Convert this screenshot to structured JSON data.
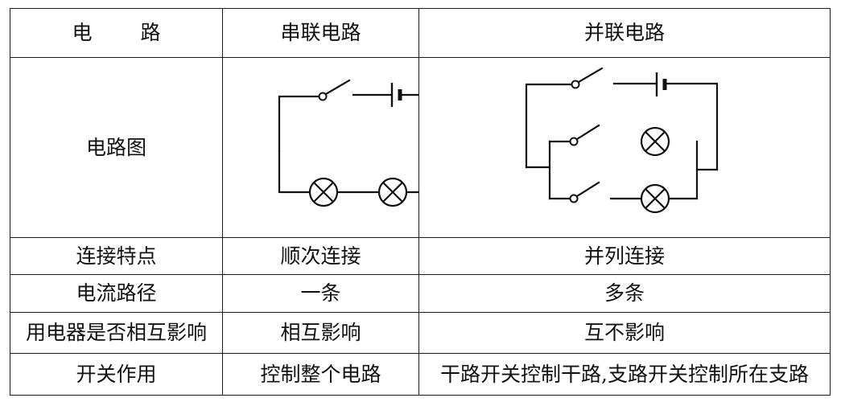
{
  "table": {
    "header": {
      "col1_part1": "电",
      "col1_part2": "路",
      "col2": "串联电路",
      "col3": "并联电路"
    },
    "diagram_row_label": "电路图",
    "rows": [
      {
        "label": "连接特点",
        "series": "顺次连接",
        "parallel": "并列连接"
      },
      {
        "label": "电流路径",
        "series": "一条",
        "parallel": "多条"
      },
      {
        "label": "用电器是否相互影响",
        "series": "相互影响",
        "parallel": "互不影响"
      },
      {
        "label": "开关作用",
        "series": "控制整个电路",
        "parallel": "干路开关控制干路,支路开关控制所在支路"
      }
    ]
  },
  "diagrams": {
    "series": {
      "switches": 1,
      "lamps": 2,
      "batteries": 1
    },
    "parallel": {
      "switches": 3,
      "lamps": 2,
      "batteries": 1
    }
  }
}
